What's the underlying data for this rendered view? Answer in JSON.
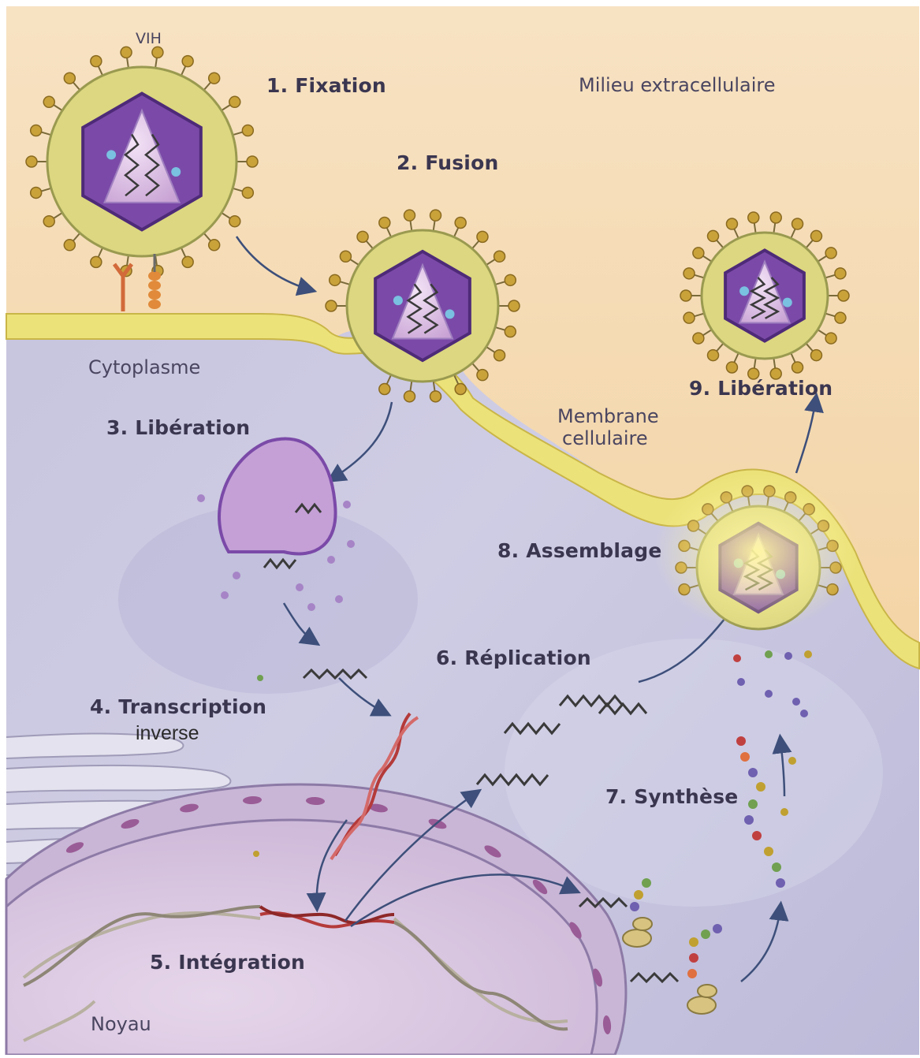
{
  "labels": {
    "vih": "VIH",
    "fixation": "1. Fixation",
    "milieu": "Milieu extracellulaire",
    "fusion": "2. Fusion",
    "cytoplasme": "Cytoplasme",
    "liberation3": "3. Libération",
    "membrane_line1": "Membrane",
    "membrane_line2": "cellulaire",
    "liberation9": "9. Libération",
    "assemblage": "8. Assemblage",
    "replication": "6. Réplication",
    "transcription": "4. Transcription",
    "inverse": "inverse",
    "synthese": "7. Synthèse",
    "integration": "5. Intégration",
    "noyau": "Noyau"
  },
  "colors": {
    "extracellular": "#f6dcb4",
    "membrane": "#ece27a",
    "cytoplasm": "#c9c6e0",
    "capsid": "#7b4aa8",
    "spike": "#c9a23a",
    "viral_rna": "#3a3a3a",
    "host_dna": "#b8b0a0",
    "viral_dna": "#b43a3a",
    "arrow": "#3d4f7a"
  }
}
